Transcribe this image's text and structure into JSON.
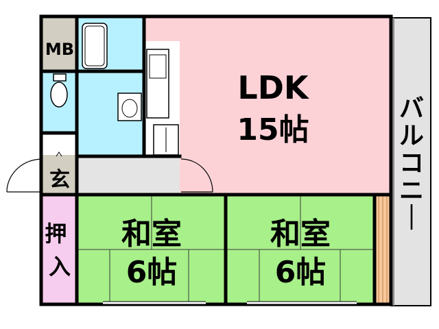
{
  "rooms": {
    "mb": "MB",
    "ldk_name": "LDK",
    "ldk_size": "15帖",
    "entrance": "玄",
    "closet": "押入",
    "washitsu_left_name": "和室",
    "washitsu_left_size": "6帖",
    "washitsu_right_name": "和室",
    "washitsu_right_size": "6帖",
    "balcony": "バルコニー"
  },
  "colors": {
    "ldk": "#fcd2d7",
    "wet_area": "#b7f1ff",
    "washitsu": "#a8f08a",
    "closet": "#f7cdef",
    "balcony": "#e3e3e3",
    "corridor": "#e4e4e4",
    "mb": "#d3cec2",
    "wall": "#000000"
  }
}
